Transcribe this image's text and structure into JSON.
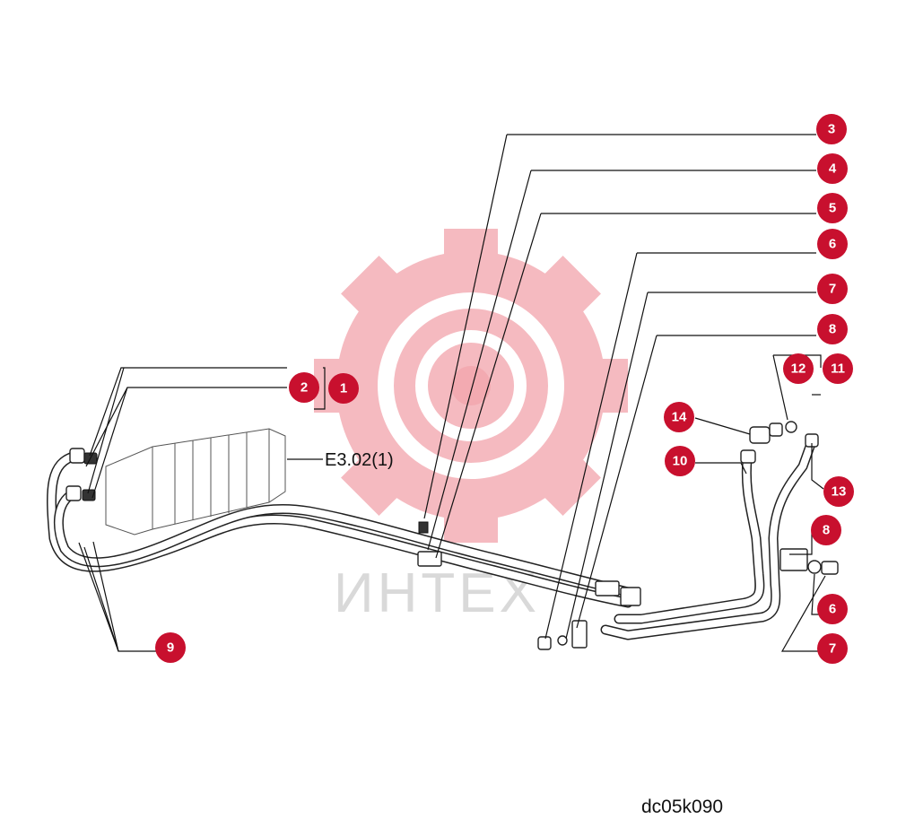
{
  "diagram": {
    "reference_label": "E3.02(1)",
    "drawing_code": "dc05k090",
    "watermark_text": "ИНТЕХ",
    "callout_color": "#c8102e",
    "callouts": [
      {
        "id": "c1",
        "label": "1"
      },
      {
        "id": "c2",
        "label": "2"
      },
      {
        "id": "c3",
        "label": "3"
      },
      {
        "id": "c4",
        "label": "4"
      },
      {
        "id": "c5",
        "label": "5"
      },
      {
        "id": "c6",
        "label": "6"
      },
      {
        "id": "c7",
        "label": "7"
      },
      {
        "id": "c8",
        "label": "8"
      },
      {
        "id": "c9",
        "label": "9"
      },
      {
        "id": "c10",
        "label": "10"
      },
      {
        "id": "c11",
        "label": "11"
      },
      {
        "id": "c12",
        "label": "12"
      },
      {
        "id": "c13",
        "label": "13"
      },
      {
        "id": "c14",
        "label": "14"
      },
      {
        "id": "c8b",
        "label": "8"
      },
      {
        "id": "c6b",
        "label": "6"
      },
      {
        "id": "c7b",
        "label": "7"
      }
    ]
  }
}
